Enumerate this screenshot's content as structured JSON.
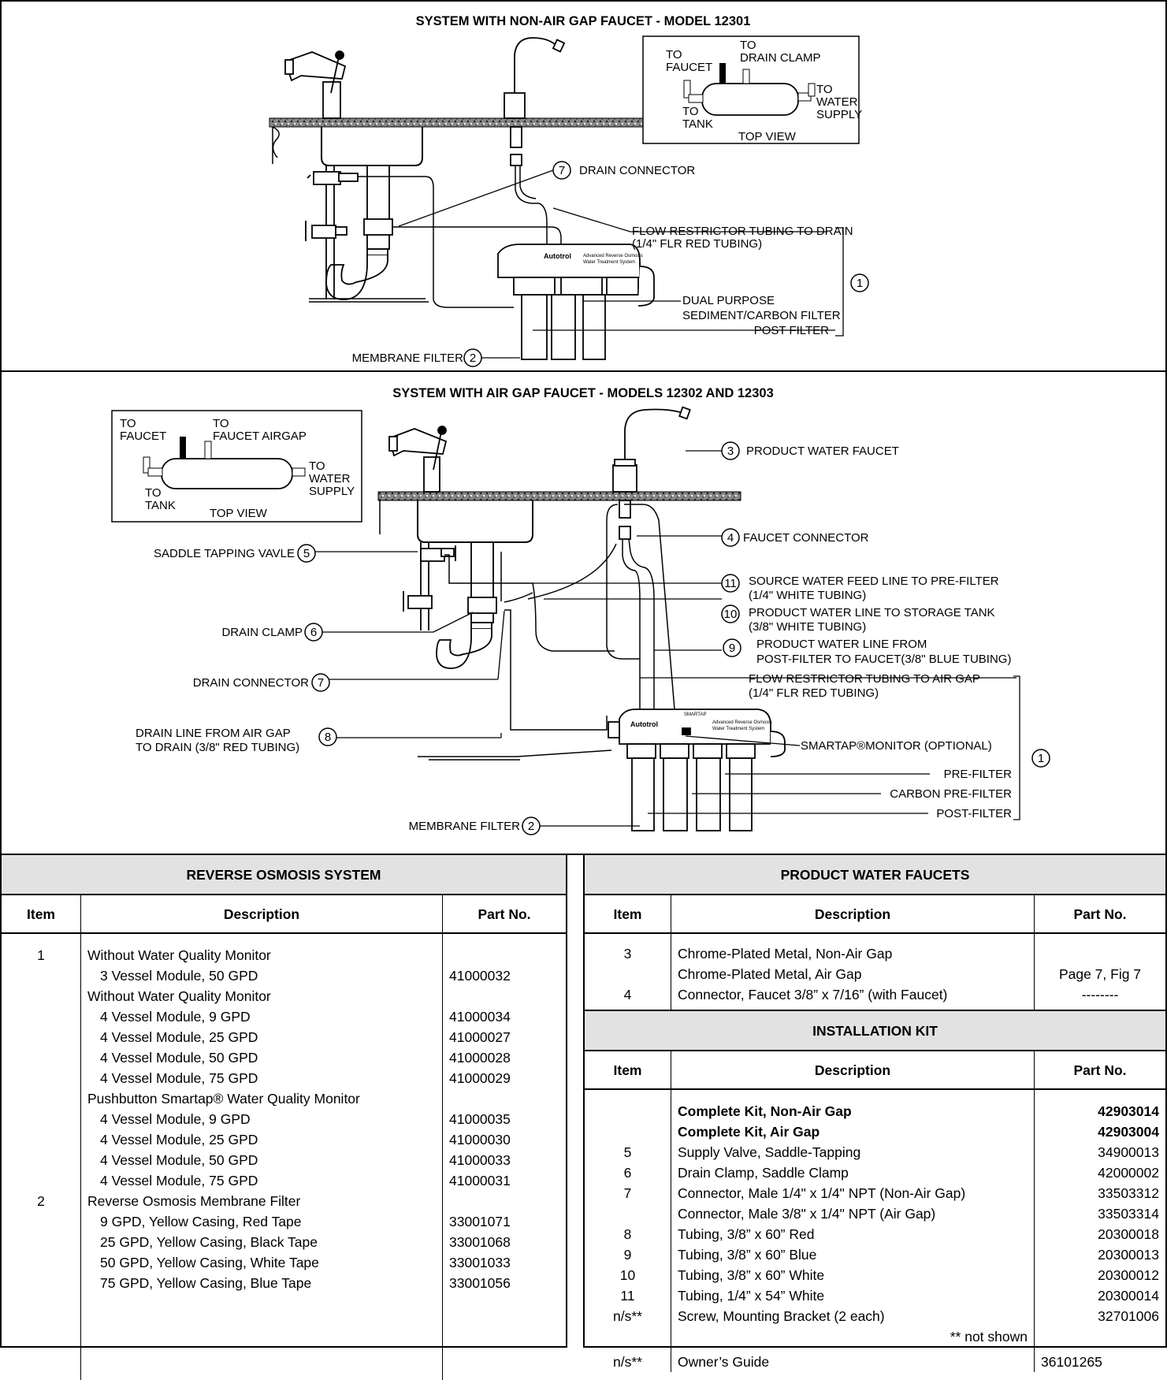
{
  "diagram_top": {
    "title": "SYSTEM WITH NON-AIR GAP FAUCET - MODEL 12301",
    "inset": {
      "to_faucet_1": "TO",
      "to_faucet_2": "FAUCET",
      "to_drain_1": "TO",
      "to_drain_2": "DRAIN CLAMP",
      "to_water_1": "TO",
      "to_water_2": "WATER",
      "to_water_3": "SUPPLY",
      "to_tank_1": "TO",
      "to_tank_2": "TANK",
      "top_view": "TOP VIEW"
    },
    "callouts": {
      "drain_connector_num": "7",
      "drain_connector": "DRAIN CONNECTOR",
      "flow_restrictor_1": "FLOW RESTRICTOR TUBING TO DRAIN",
      "flow_restrictor_2": "(1/4\" FLR RED TUBING)",
      "system_num": "1",
      "dual_purpose_1": "DUAL PURPOSE",
      "dual_purpose_2": "SEDIMENT/CARBON FILTER",
      "post_filter": "POST FILTER",
      "membrane_filter": "MEMBRANE FILTER",
      "membrane_num": "2"
    }
  },
  "diagram_bottom": {
    "title": "SYSTEM WITH AIR GAP FAUCET - MODELS 12302 AND 12303",
    "inset": {
      "to_faucet_1": "TO",
      "to_faucet_2": "FAUCET",
      "to_airgap_1": "TO",
      "to_airgap_2": "FAUCET AIRGAP",
      "to_water_1": "TO",
      "to_water_2": "WATER",
      "to_water_3": "SUPPLY",
      "to_tank_1": "TO",
      "to_tank_2": "TANK",
      "top_view": "TOP VIEW"
    },
    "callouts": {
      "n3": "3",
      "product_faucet": "PRODUCT WATER FAUCET",
      "n4": "4",
      "faucet_connector": "FAUCET CONNECTOR",
      "n5": "5",
      "saddle": "SADDLE  TAPPING VAVLE",
      "n11": "11",
      "source_1": "SOURCE WATER FEED LINE TO PRE-FILTER",
      "source_2": "(1/4\" WHITE TUBING)",
      "n10": "10",
      "product_line_1": "PRODUCT WATER LINE TO STORAGE TANK",
      "product_line_2": "(3/8\" WHITE TUBING)",
      "n6": "6",
      "drain_clamp": "DRAIN CLAMP",
      "n9": "9",
      "post_line_1": "PRODUCT WATER LINE FROM",
      "post_line_2": "POST-FILTER TO FAUCET(3/8\" BLUE TUBING)",
      "n7": "7",
      "drain_connector": "DRAIN CONNECTOR",
      "flow_1": "FLOW RESTRICTOR TUBING TO AIR GAP",
      "flow_2": "(1/4\" FLR RED TUBING)",
      "n8": "8",
      "drain_line_1": "DRAIN LINE FROM AIR GAP",
      "drain_line_2": "TO DRAIN (3/8\" RED TUBING)",
      "smartap": "SMARTAP®MONITOR (OPTIONAL)",
      "n1": "1",
      "pre_filter": "PRE-FILTER",
      "carbon_pre": "CARBON PRE-FILTER",
      "post_filter": "POST-FILTER",
      "membrane": "MEMBRANE FILTER",
      "n2": "2",
      "unit_label_1": "SMARTAP",
      "unit_label_2": "Advanced Reverse Osmosis",
      "unit_label_3": "Water Treatment System"
    }
  },
  "ro_table": {
    "title": "REVERSE OSMOSIS SYSTEM",
    "headers": [
      "Item",
      "Description",
      "Part No."
    ],
    "rows": [
      {
        "item": "1",
        "desc": "Without Water Quality Monitor",
        "part": "",
        "indent": false
      },
      {
        "item": "",
        "desc": "3 Vessel Module, 50 GPD",
        "part": "41000032",
        "indent": true
      },
      {
        "item": "",
        "desc": "Without Water Quality Monitor",
        "part": "",
        "indent": false
      },
      {
        "item": "",
        "desc": "4 Vessel Module, 9 GPD",
        "part": "41000034",
        "indent": true
      },
      {
        "item": "",
        "desc": "4 Vessel Module, 25 GPD",
        "part": "41000027",
        "indent": true
      },
      {
        "item": "",
        "desc": "4 Vessel Module, 50 GPD",
        "part": "41000028",
        "indent": true
      },
      {
        "item": "",
        "desc": "4 Vessel Module, 75 GPD",
        "part": "41000029",
        "indent": true
      },
      {
        "item": "",
        "desc": "Pushbutton Smartap® Water Quality Monitor",
        "part": "",
        "indent": false
      },
      {
        "item": "",
        "desc": "4 Vessel Module, 9 GPD",
        "part": "41000035",
        "indent": true
      },
      {
        "item": "",
        "desc": "4 Vessel Module, 25 GPD",
        "part": "41000030",
        "indent": true
      },
      {
        "item": "",
        "desc": "4 Vessel Module, 50 GPD",
        "part": "41000033",
        "indent": true
      },
      {
        "item": "",
        "desc": "4 Vessel Module, 75 GPD",
        "part": "41000031",
        "indent": true
      },
      {
        "item": "2",
        "desc": "Reverse Osmosis Membrane Filter",
        "part": "",
        "indent": false
      },
      {
        "item": "",
        "desc": "9 GPD, Yellow Casing, Red Tape",
        "part": "33001071",
        "indent": true
      },
      {
        "item": "",
        "desc": "25 GPD, Yellow Casing, Black Tape",
        "part": "33001068",
        "indent": true
      },
      {
        "item": "",
        "desc": "50 GPD, Yellow Casing, White Tape",
        "part": "33001033",
        "indent": true
      },
      {
        "item": "",
        "desc": "75 GPD, Yellow Casing, Blue Tape",
        "part": "33001056",
        "indent": true
      }
    ]
  },
  "faucet_table": {
    "title": "PRODUCT WATER FAUCETS",
    "headers": [
      "Item",
      "Description",
      "Part No."
    ],
    "rows": [
      {
        "item": "3",
        "desc": "Chrome-Plated Metal, Non-Air Gap",
        "part": ""
      },
      {
        "item": "",
        "desc": "Chrome-Plated Metal, Air Gap",
        "part": "Page 7, Fig 7"
      },
      {
        "item": "4",
        "desc": "Connector, Faucet 3/8” x 7/16” (with Faucet)",
        "part": "--------"
      }
    ]
  },
  "kit_table": {
    "title": "INSTALLATION KIT",
    "headers": [
      "Item",
      "Description",
      "Part No."
    ],
    "rows": [
      {
        "item": "",
        "desc": "Complete Kit, Non-Air Gap",
        "part": "42903014",
        "bold": true
      },
      {
        "item": "",
        "desc": "Complete Kit, Air Gap",
        "part": "42903004",
        "bold": true
      },
      {
        "item": "5",
        "desc": "Supply Valve, Saddle-Tapping",
        "part": "34900013",
        "bold": false
      },
      {
        "item": "6",
        "desc": "Drain Clamp, Saddle Clamp",
        "part": "42000002",
        "bold": false
      },
      {
        "item": "7",
        "desc": "Connector, Male 1/4\" x 1/4\" NPT (Non-Air Gap)",
        "part": "33503312",
        "bold": false
      },
      {
        "item": "",
        "desc": "Connector, Male 3/8\" x 1/4\" NPT (Air Gap)",
        "part": "33503314",
        "bold": false
      },
      {
        "item": "8",
        "desc": "Tubing, 3/8” x 60” Red",
        "part": "20300018",
        "bold": false
      },
      {
        "item": "9",
        "desc": "Tubing, 3/8” x 60” Blue",
        "part": "20300013",
        "bold": false
      },
      {
        "item": "10",
        "desc": "Tubing, 3/8” x 60” White",
        "part": "20300012",
        "bold": false
      },
      {
        "item": "11",
        "desc": "Tubing, 1/4” x 54” White",
        "part": "20300014",
        "bold": false
      },
      {
        "item": "n/s**",
        "desc": "Screw, Mounting Bracket (2 each)",
        "part": "32701006",
        "bold": false
      }
    ],
    "footnote": "** not shown",
    "guide": {
      "item": "n/s**",
      "desc": "Owner’s Guide",
      "part": "36101265"
    }
  }
}
